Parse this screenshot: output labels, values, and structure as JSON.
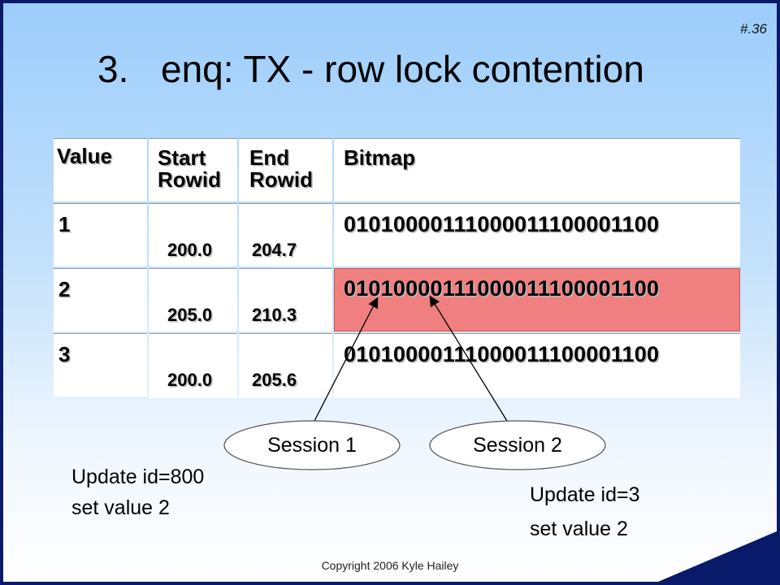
{
  "slide_number": "#.36",
  "title": {
    "number": "3.",
    "text": "enq: TX - row lock contention"
  },
  "table": {
    "headers": [
      "Value",
      [
        "Start",
        "Rowid"
      ],
      [
        "End",
        "Rowid"
      ],
      "Bitmap"
    ],
    "rows": [
      {
        "value": "1",
        "start": "200.0",
        "end": "204.7",
        "bitmap": "01010000111000011100001100",
        "highlighted": false
      },
      {
        "value": "2",
        "start": "205.0",
        "end": "210.3",
        "bitmap": "01010000111000011100001100",
        "highlighted": true
      },
      {
        "value": "3",
        "start": "200.0",
        "end": "205.6",
        "bitmap": "01010000111000011100001100",
        "highlighted": false
      }
    ]
  },
  "sessions": [
    {
      "label": "Session 1",
      "note": [
        "Update id=800",
        "set value 2"
      ]
    },
    {
      "label": "Session 2",
      "note": [
        "Update id=3",
        "set value 2"
      ]
    }
  ],
  "footer": {
    "copyright": "Copyright 2006 Kyle Hailey"
  },
  "colors": {
    "highlight": "#f07f80",
    "background_top": "#9ccdfb",
    "corner_accent": "#0a1a6a"
  }
}
